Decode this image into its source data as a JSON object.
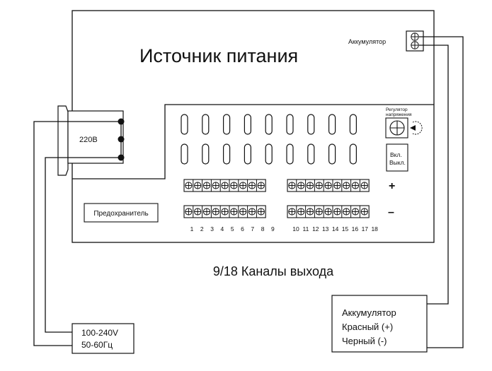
{
  "title": "Источник питания",
  "battery_terminal_label": "Аккумулятор",
  "mains_label": "220В",
  "regulator_label_line1": "Регулятор",
  "regulator_label_line2": "напряжения",
  "switch_label_line1": "Вкл.",
  "switch_label_line2": "Выкл.",
  "plus_sign": "+",
  "minus_sign": "–",
  "fuse_label": "Предохранитель",
  "channel_numbers_group1": [
    "1",
    "2",
    "3",
    "4",
    "5",
    "6",
    "7",
    "8",
    "9"
  ],
  "channel_numbers_group2": [
    "10",
    "11",
    "12",
    "13",
    "14",
    "15",
    "16",
    "17",
    "18"
  ],
  "output_caption": "9/18 Каналы выхода",
  "supply_box_line1": "100-240V",
  "supply_box_line2": "50-60Гц",
  "battery_box_line1": "Аккумулятор",
  "battery_box_line2": "Красный (+)",
  "battery_box_line3": "Черный (-)",
  "colors": {
    "line": "#111111",
    "background": "#ffffff"
  },
  "icons": [
    "screw-terminal-icon",
    "potentiometer-icon",
    "fuse-slot-icon"
  ]
}
